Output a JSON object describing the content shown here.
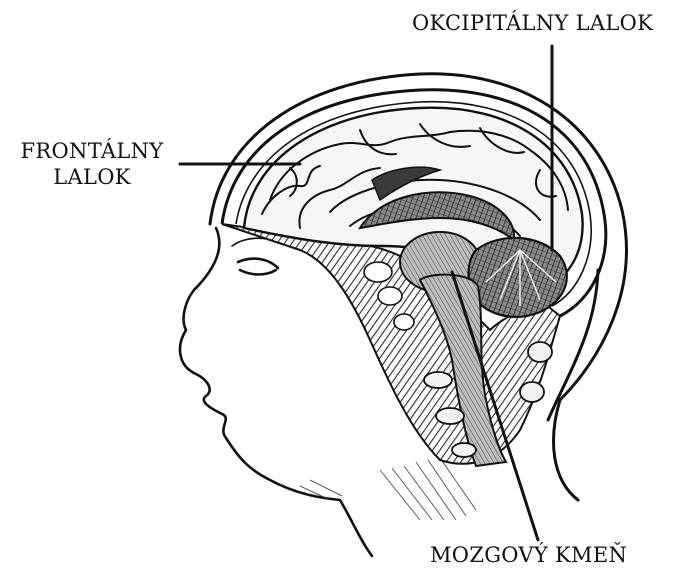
{
  "labels": {
    "occipital": "OKCIPITÁLNY LALOK",
    "frontal_line1": "FRONTÁLNY",
    "frontal_line2": "LALOK",
    "brainstem": "MOZGOVÝ KMEŇ"
  },
  "colors": {
    "ink": "#111111",
    "hatch": "#2a2a2a",
    "paper": "#ffffff",
    "tissue": "#f4f4f4"
  }
}
